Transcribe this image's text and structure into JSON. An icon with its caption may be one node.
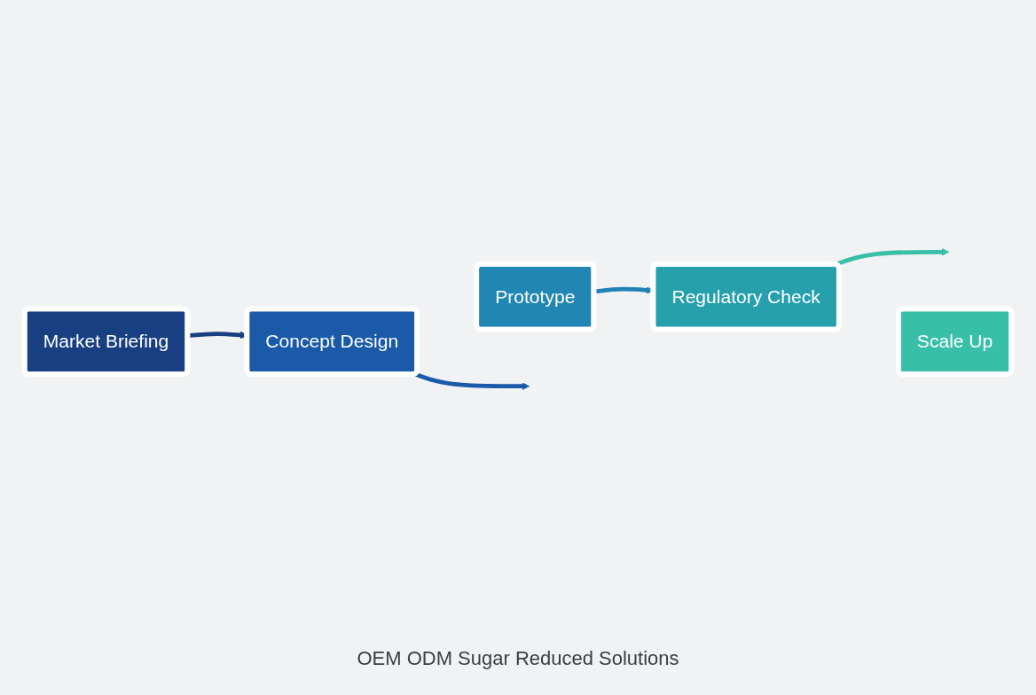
{
  "diagram": {
    "caption": "OEM ODM Sugar Reduced Solutions",
    "nodes": [
      {
        "text": [
          "Market Briefing"
        ]
      },
      {
        "text": [
          "Concept Design"
        ]
      },
      {
        "text": [
          "Prototype"
        ]
      },
      {
        "text": [
          "Regulatory Check"
        ]
      },
      {
        "text": [
          "Scale Up"
        ]
      }
    ],
    "edges": [
      {
        "from": 0,
        "to": 1,
        "arrow": "to",
        "color": "#173f82"
      },
      {
        "from": 1,
        "to": null,
        "arrow": "to",
        "color": "#1a5aa8"
      },
      {
        "from": 2,
        "to": 3,
        "arrow": "to",
        "color": "#2182b5"
      },
      {
        "from": 3,
        "to": null,
        "arrow": "to",
        "color": "#38bfa8"
      }
    ]
  }
}
